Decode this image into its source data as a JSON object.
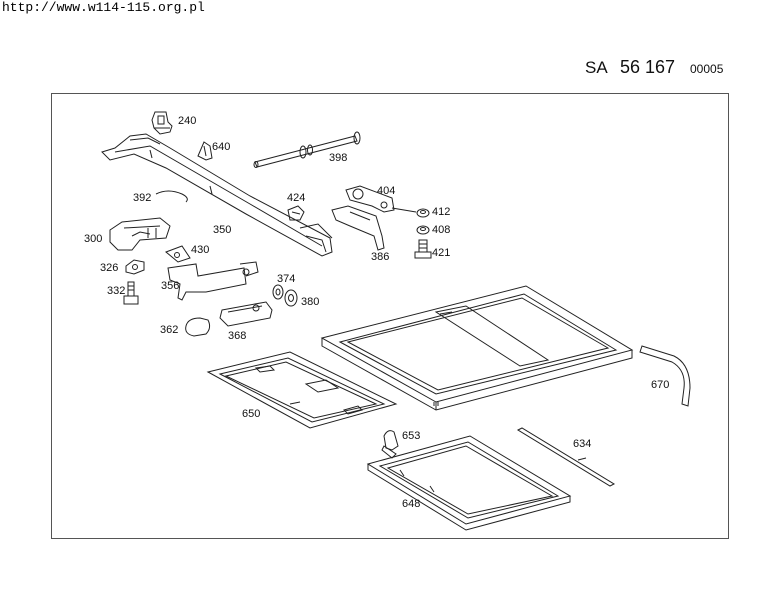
{
  "header": {
    "url": "http://www.w114-115.org.pl",
    "sa": "SA",
    "group_number": "56 167",
    "code": "00005"
  },
  "part_labels": {
    "p240": "240",
    "p640": "640",
    "p398": "398",
    "p392": "392",
    "p350": "350",
    "p424": "424",
    "p404": "404",
    "p412": "412",
    "p408": "408",
    "p421": "421",
    "p386": "386",
    "p300": "300",
    "p430": "430",
    "p326": "326",
    "p332": "332",
    "p356": "356",
    "p374": "374",
    "p380": "380",
    "p362": "362",
    "p368": "368",
    "p650": "650",
    "p670": "670",
    "p653": "653",
    "p634": "634",
    "p648": "648"
  }
}
